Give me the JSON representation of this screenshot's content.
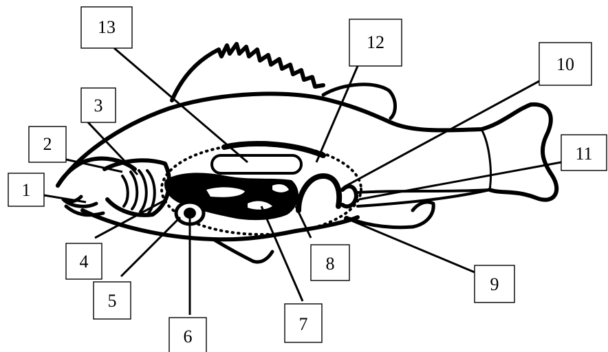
{
  "labels": [
    {
      "id": "1",
      "text": "1"
    },
    {
      "id": "2",
      "text": "2"
    },
    {
      "id": "3",
      "text": "3"
    },
    {
      "id": "4",
      "text": "4"
    },
    {
      "id": "5",
      "text": "5"
    },
    {
      "id": "6",
      "text": "6"
    },
    {
      "id": "7",
      "text": "7"
    },
    {
      "id": "8",
      "text": "8"
    },
    {
      "id": "9",
      "text": "9"
    },
    {
      "id": "10",
      "text": "10"
    },
    {
      "id": "11",
      "text": "11"
    },
    {
      "id": "12",
      "text": "12"
    },
    {
      "id": "13",
      "text": "13"
    }
  ],
  "colors": {
    "ink": "#000000",
    "paper": "#ffffff"
  }
}
